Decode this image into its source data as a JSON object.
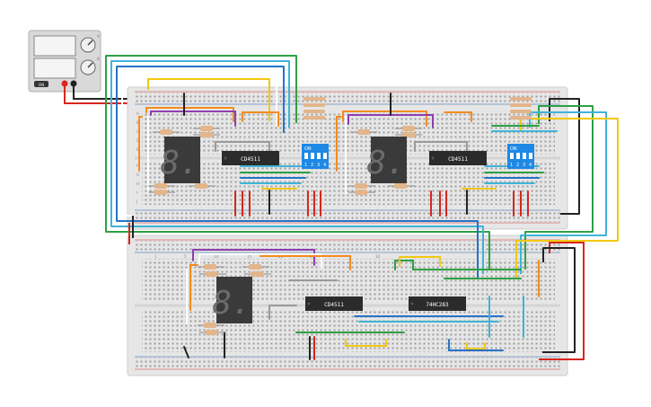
{
  "power_supply": {
    "button_label": "ON",
    "scale_marks": [
      "V",
      "A"
    ]
  },
  "chips": {
    "decoder_1": "CD4511",
    "decoder_2": "CD4511",
    "decoder_3": "CD4511",
    "adder": "74HC283"
  },
  "displays": {
    "digit_1": "8.",
    "digit_2": "8.",
    "digit_3": "8."
  },
  "dip_switches": {
    "switch_1": {
      "on_label": "ON",
      "numbers": [
        "1",
        "2",
        "3",
        "4"
      ]
    },
    "switch_2": {
      "on_label": "ON",
      "numbers": [
        "1",
        "2",
        "3",
        "4"
      ]
    }
  },
  "breadboard_row_letters": [
    "A",
    "B",
    "C",
    "D",
    "E",
    "F",
    "G",
    "H",
    "I",
    "J"
  ],
  "breadboard_column_labels": [
    "1",
    "5",
    "10",
    "15",
    "20",
    "25",
    "30"
  ],
  "colors": {
    "breadboard": "#e6e6e6",
    "rail_red": "#d32f2f",
    "rail_blue": "#1f5fa8",
    "wire_red": "#d7261e",
    "wire_black": "#222222",
    "wire_green": "#2ea043",
    "wire_yellow": "#f2c811",
    "wire_orange": "#f28c1e",
    "wire_purple": "#8e3fae",
    "wire_cyan": "#3fb4d8",
    "wire_blue": "#2673c8",
    "wire_white": "#ffffff",
    "wire_gray": "#9a9a9a",
    "chip_body": "#2b2b2b",
    "display_body": "#3a3a3a",
    "dip_body": "#1e88e5"
  },
  "icons": {
    "knob": "knob-icon",
    "terminal_positive": "red-terminal-icon",
    "terminal_negative": "black-terminal-icon"
  }
}
